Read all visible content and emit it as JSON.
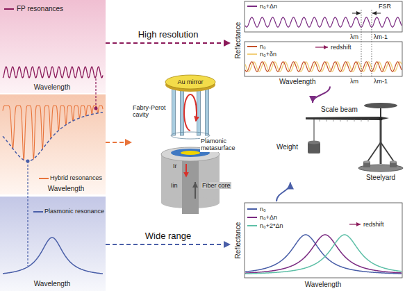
{
  "diagram": {
    "nodes": [
      {
        "text": [
          "Wavelength"
        ]
      },
      {
        "text": [
          "Wavelength"
        ]
      },
      {
        "text": [
          "Wavelength"
        ]
      },
      {
        "text": [
          "Au mirror",
          "Fabry-Perot cavity",
          "Plamonic metasurface",
          "Ir",
          "Iin",
          "Fiber core"
        ]
      },
      {
        "text": [
          "Reflectance",
          "Wavelength"
        ]
      },
      {
        "text": [
          "Reflectance",
          "Wavelength"
        ]
      },
      {
        "text": [
          "Scale beam",
          "Weight",
          "Steelyard"
        ]
      }
    ],
    "edges": [
      {
        "from": 0,
        "to": 4,
        "arrow": "to",
        "label": "High resolution"
      },
      {
        "from": 1,
        "to": 3,
        "arrow": "to"
      },
      {
        "from": 2,
        "to": 5,
        "arrow": "to",
        "label": "Wide range"
      },
      {
        "from": 4,
        "to": 6,
        "arrow": "to"
      },
      {
        "from": 5,
        "to": 6,
        "arrow": "to"
      }
    ],
    "labels": [
      "FSR",
      "λm",
      "λm-1",
      "redshift",
      "λm",
      "λm-1",
      "redshift"
    ],
    "legend": [
      {
        "text": "FP resonances",
        "color": "#8b1a5a"
      },
      {
        "text": "Hybrid resonances",
        "color": "#e8743b"
      },
      {
        "text": "Plasmonic resonance",
        "color": "#4a5fa8"
      },
      {
        "text": "n₀+Δn",
        "color": "#7b2c82"
      },
      {
        "text": "n₀",
        "color": "#c4512a"
      },
      {
        "text": "n₀+δn",
        "color": "#f2cf7a"
      },
      {
        "text": "n₀",
        "color": "#4a5fa8"
      },
      {
        "text": "n₀+Δn",
        "color": "#7b2c82"
      },
      {
        "text": "n₀+2*Δn",
        "color": "#5fc0a8"
      }
    ]
  }
}
